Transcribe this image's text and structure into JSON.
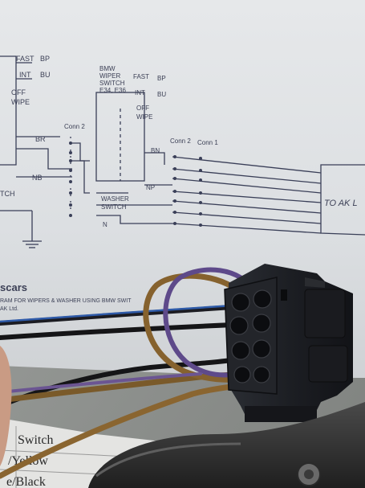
{
  "paper": {
    "left_labels": {
      "fast": "FAST",
      "bp": "BP",
      "int": "INT",
      "bu": "BU",
      "off": "OFF",
      "wipe": "WIPE",
      "br": "BR",
      "nb": "NB",
      "tch": "TCH"
    },
    "conn_left": "Conn 2",
    "bmw_block": {
      "line1": "BMW",
      "line2": "WIPER",
      "line3": "SWITCH",
      "line4": "E34, E36",
      "fast": "FAST",
      "bp": "BP",
      "int": "INT",
      "bu": "BU",
      "off": "OFF",
      "wipe": "WIPE",
      "bn": "BN",
      "np": "NP",
      "washer1": "WASHER",
      "washer2": "SWITCH",
      "n": "N"
    },
    "conn2": "Conn 2",
    "conn1": "Conn 1",
    "to_label": "TO AK L",
    "caption_title": "scars",
    "caption_sub": "RAM FOR WIPERS & WASHER USING BMW SWIT",
    "caption_small": "AK Ltd."
  },
  "document": {
    "row1": "Switch",
    "row2": "/Yellow",
    "row3": "e/Black"
  }
}
